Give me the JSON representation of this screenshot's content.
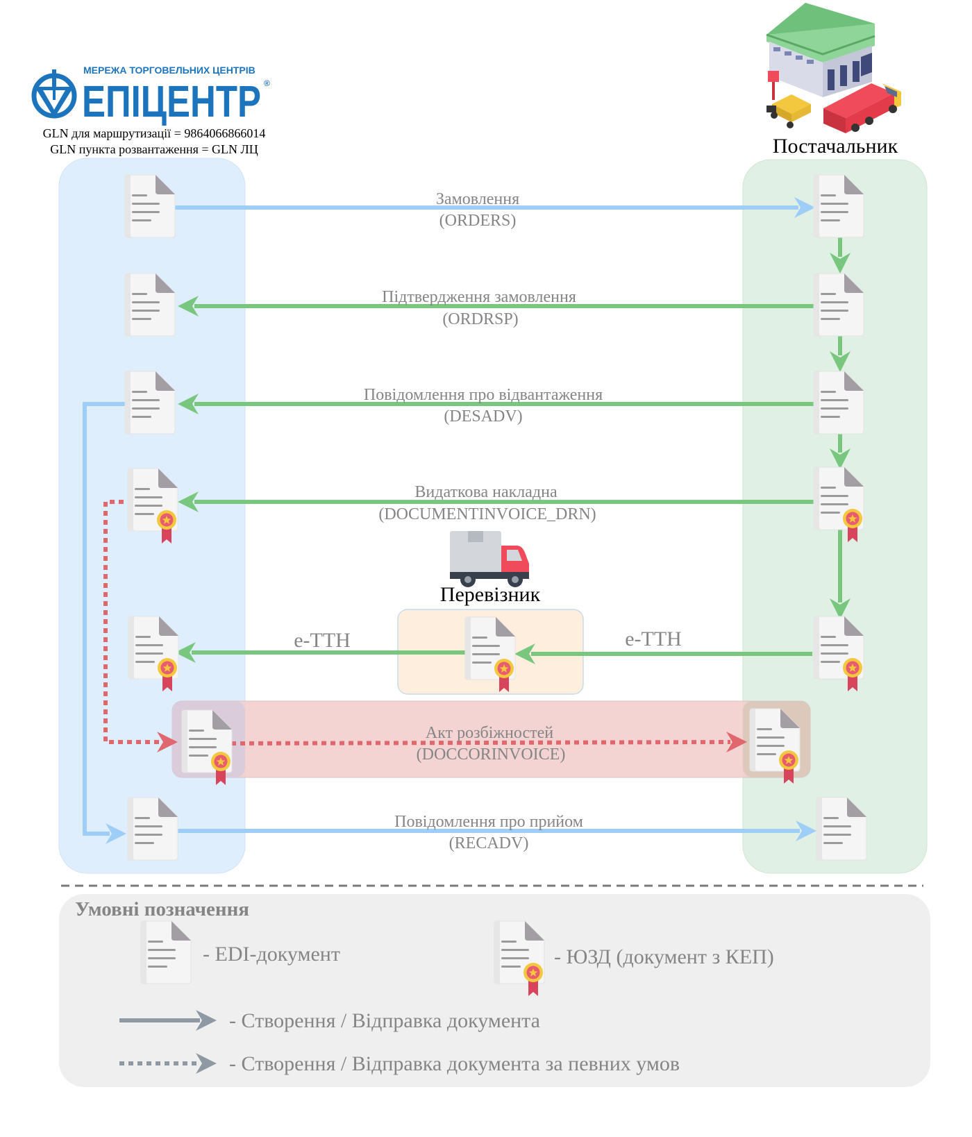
{
  "customer": {
    "logo_subtitle": "МЕРЕЖА ТОРГОВЕЛЬНИХ ЦЕНТРІВ",
    "logo_title": "ЕПІЦЕНТР",
    "gln_routing": "GLN для маршрутизації = 9864066866014",
    "gln_unloading": "GLN пункта розвантаження = GLN ЛЦ"
  },
  "supplier": {
    "title": "Постачальник"
  },
  "carrier": {
    "title": "Перевізник"
  },
  "messages": [
    {
      "name": "Замовлення",
      "code": "(ORDERS)"
    },
    {
      "name": "Підтвердження замовлення",
      "code": "(ORDRSP)"
    },
    {
      "name": "Повідомлення про відвантаження",
      "code": "(DESADV)"
    },
    {
      "name": "Видаткова накладна",
      "code": "(DOCUMENTINVOICE_DRN)"
    },
    {
      "name": "Акт розбіжностей",
      "code": "(DOCCORINVOICE)"
    },
    {
      "name": "Повідомлення про прийом",
      "code": "(RECADV)"
    }
  ],
  "ettn": {
    "left_label": "е-ТТН",
    "right_label": "е-ТТН"
  },
  "legend": {
    "title": "Умовні позначення",
    "edi_doc": "-  EDI-документ",
    "signed_doc": "-  ЮЗД (документ з КЕП)",
    "solid_arrow": "-  Створення / Відправка документа",
    "dotted_arrow": "-  Створення / Відправка документа за певних умов"
  },
  "colors": {
    "customer_zone": "#dfeefd",
    "supplier_zone": "#e0f0e4",
    "carrier_zone": "#fdeedd",
    "discrepancy_zone": "#f6d5d5",
    "legend_zone": "#efefef",
    "blue_arrow": "#9ecdf7",
    "green_arrow": "#79c77e",
    "red_dotted": "#e0676d",
    "legend_arrow": "#8e99a4"
  }
}
